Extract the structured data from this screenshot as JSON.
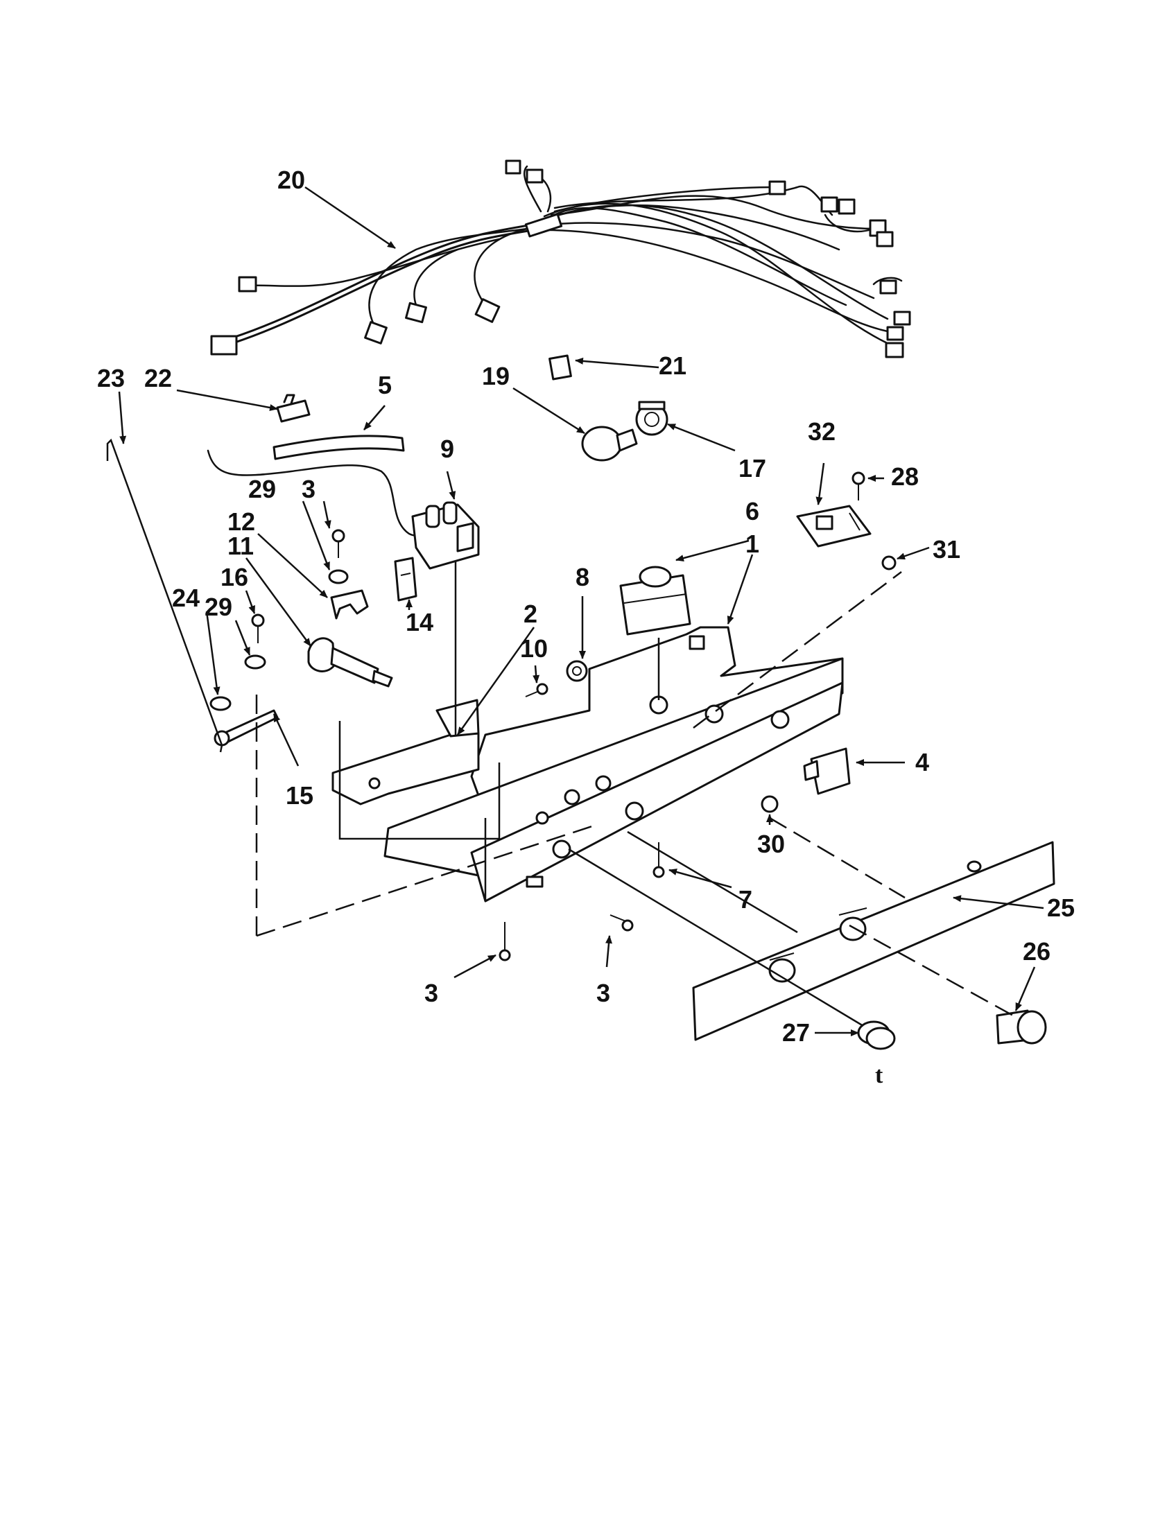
{
  "callouts": {
    "c1": "1",
    "c2": "2",
    "c3a": "3",
    "c3b": "3",
    "c3c": "3",
    "c4": "4",
    "c5": "5",
    "c6": "6",
    "c7": "7",
    "c8": "8",
    "c9": "9",
    "c10": "10",
    "c11": "11",
    "c12": "12",
    "c14": "14",
    "c15": "15",
    "c16": "16",
    "c17": "17",
    "c19": "19",
    "c20": "20",
    "c21": "21",
    "c22": "22",
    "c23": "23",
    "c24": "24",
    "c25": "25",
    "c26": "26",
    "c27": "27",
    "c28": "28",
    "c29a": "29",
    "c29b": "29",
    "c30": "30",
    "c31": "31",
    "c32": "32"
  },
  "footnote": "t"
}
